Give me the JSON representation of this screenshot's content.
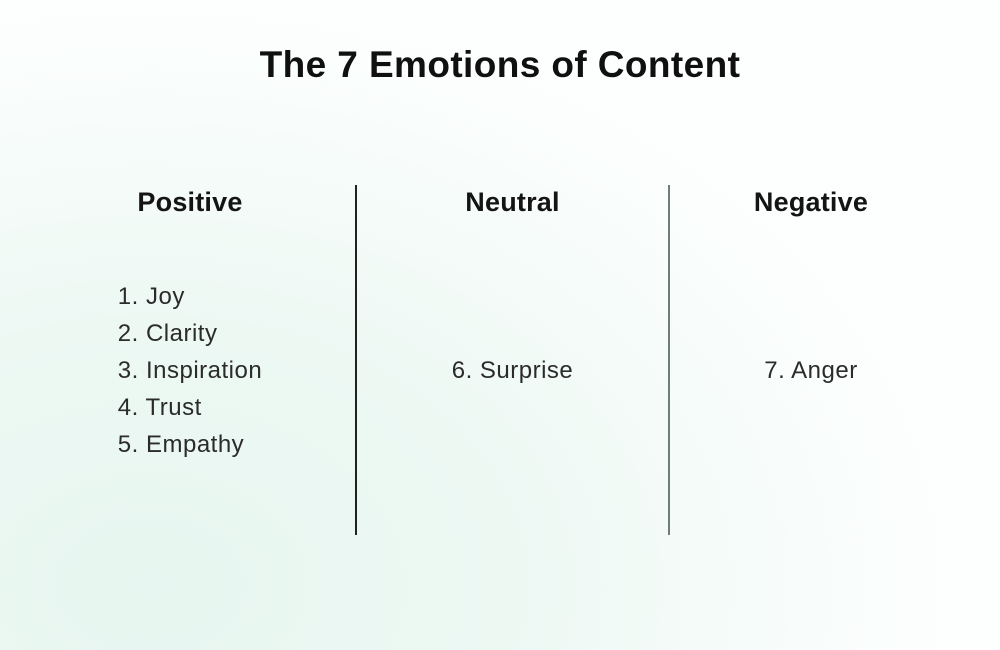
{
  "page": {
    "title": "The 7 Emotions of Content"
  },
  "theme": {
    "background_tint": "#e7f6f0",
    "background_light": "#fdfffe",
    "title_color": "#101010",
    "header_color": "#141414",
    "item_color": "#2b2b2b",
    "divider_left_color": "#20221f",
    "divider_right_color": "#6f7d77"
  },
  "columns": [
    {
      "id": "positive",
      "header": "Positive",
      "items": [
        "1. Joy",
        "2. Clarity",
        "3. Inspiration",
        "4. Trust",
        "5. Empathy"
      ]
    },
    {
      "id": "neutral",
      "header": "Neutral",
      "items": [
        "6. Surprise"
      ]
    },
    {
      "id": "negative",
      "header": "Negative",
      "items": [
        "7. Anger"
      ]
    }
  ]
}
